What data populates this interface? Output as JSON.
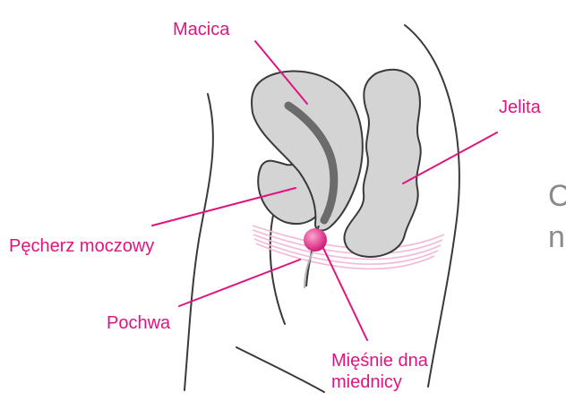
{
  "labels": {
    "uterus": "Macica",
    "intestine": "Jelita",
    "bladder": "Pęcherz moczowy",
    "vagina": "Pochwa",
    "pelvic_floor_line1": "Mięśnie dna",
    "pelvic_floor_line2": "miednicy"
  },
  "side_text": {
    "line1": "C",
    "line2": "n"
  },
  "colors": {
    "accent": "#e0147f",
    "outline": "#3a3a3a",
    "organ_fill": "#d4d4d4",
    "organ_dark": "#6b6b6b",
    "muscle": "#f3b8d6",
    "ball": "#e84f9a",
    "side_text": "#8a8a8a"
  }
}
